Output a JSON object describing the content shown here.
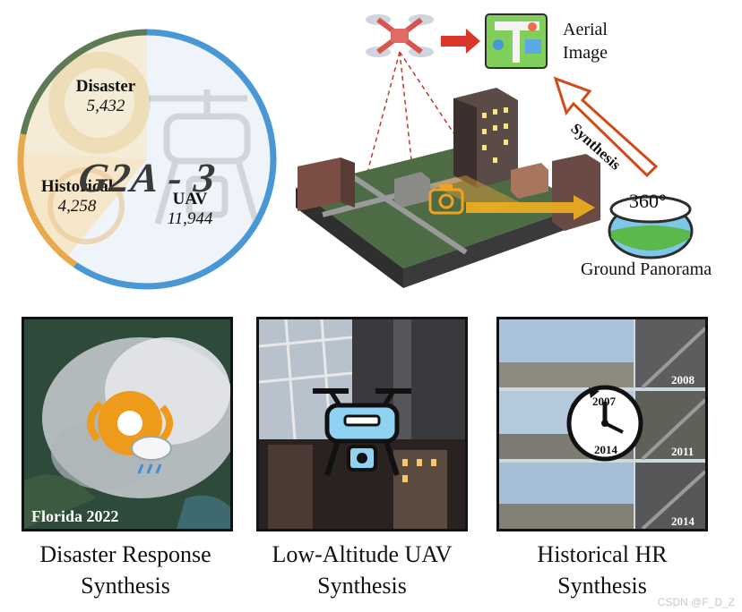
{
  "circle": {
    "title": "G2A - 3",
    "segments": [
      {
        "name": "Disaster",
        "count": "5,432"
      },
      {
        "name": "Historical",
        "count": "4,258"
      },
      {
        "name": "UAV",
        "count": "11,944"
      }
    ],
    "colors": {
      "disaster": "#5e7a55",
      "historical": "#e8a94c",
      "uav": "#4a97d6"
    }
  },
  "scene": {
    "aerial_label_line1": "Aerial",
    "aerial_label_line2": "Image",
    "synthesis_arrow_text": "Synthesis",
    "badge_360": "360°",
    "ground_label": "Ground Panorama",
    "icons": [
      "drone-icon",
      "map-icon",
      "camera-icon",
      "panorama-icon"
    ]
  },
  "panels": [
    {
      "overlay": "Florida 2022",
      "caption_line1": "Disaster Response",
      "caption_line2": "Synthesis"
    },
    {
      "overlay": "",
      "caption_line1": "Low-Altitude UAV",
      "caption_line2": "Synthesis"
    },
    {
      "years": [
        "2008",
        "2011",
        "2014"
      ],
      "clock_top": "2007",
      "clock_bottom": "2014",
      "caption_line1": "Historical HR",
      "caption_line2": "Synthesis"
    }
  ],
  "watermark": "CSDN @F_D_Z"
}
